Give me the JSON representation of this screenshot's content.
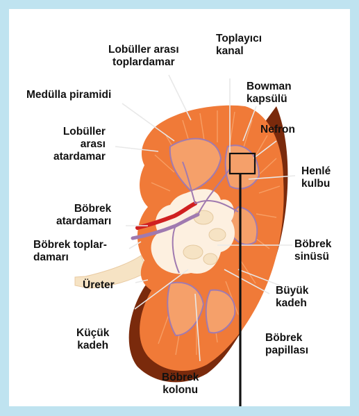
{
  "colors": {
    "background_frame": "#bfe3f0",
    "cortex": "#f07a38",
    "medulla": "#f5a06a",
    "sinus": "#fdf0e0",
    "ureter": "#f6e3c4",
    "capsule_dark": "#7a2a0c",
    "vein": "#a07ab0",
    "artery": "#d02020"
  },
  "labels": {
    "toplayici_kanal": "Toplayıcı\nkanal",
    "lobuller_arasi_toplardamar": "Lobüller arası\ntoplardamar",
    "medulla_piramidi": "Medülla  piramidi",
    "bowman_kapsulu": "Bowman\nkapsülü",
    "nefron": "Nefron",
    "lobuller_arasi_atardamar": "Lobüller\narası\natardamar",
    "henle_kulbu": "Henlé\nkulbu",
    "bobrek_atardamari": "Böbrek\natardamarı",
    "bobrek_toplardamari": "Böbrek toplar-\ndamarı",
    "bobrek_sinusu": "Böbrek\nsinüsü",
    "ureter": "Üreter",
    "buyuk_kadeh": "Büyük\nkadeh",
    "kucuk_kadeh": "Küçük\nkadeh",
    "bobrek_papillasi": "Böbrek\npapillası",
    "bobrek_kolonu": "Böbrek\nkolonu"
  }
}
